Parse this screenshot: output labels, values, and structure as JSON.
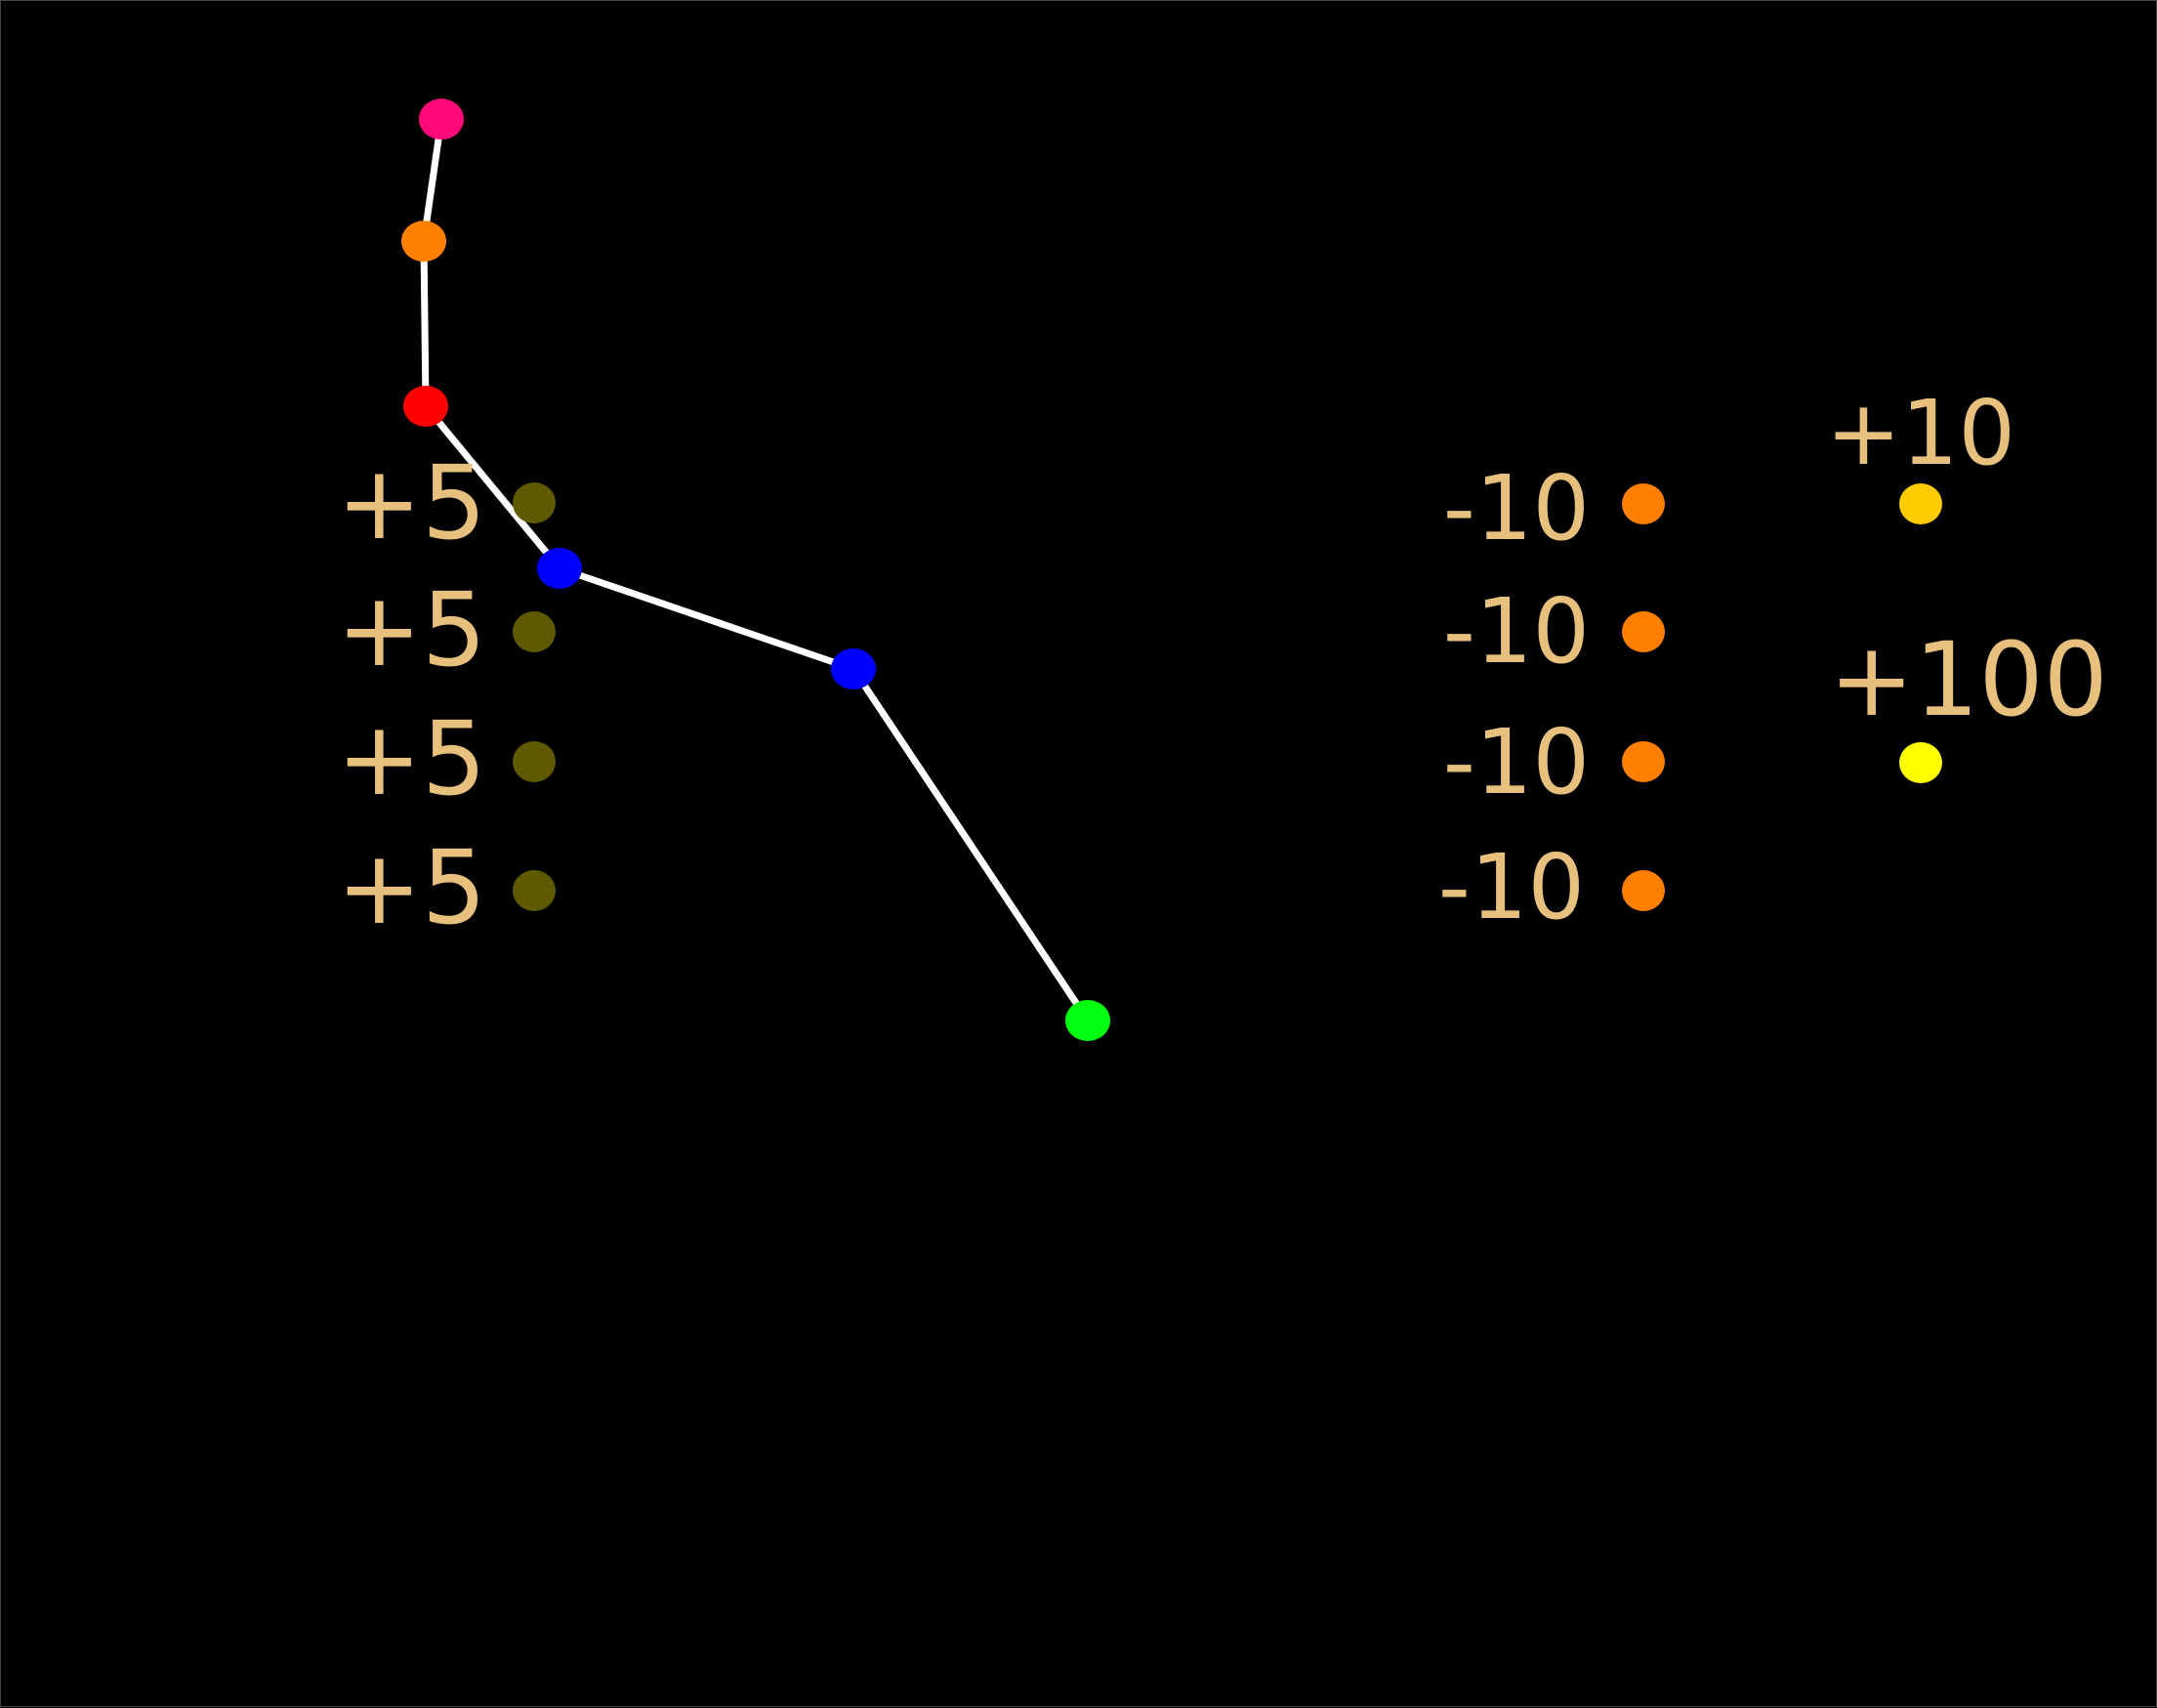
{
  "scene": {
    "background_color": "#000000",
    "line_color": "#ffffff"
  },
  "arm": {
    "joints": [
      {
        "role": "tip",
        "color": "#ff0a78"
      },
      {
        "role": "joint",
        "color": "#ff8000"
      },
      {
        "role": "joint",
        "color": "#ff0000"
      },
      {
        "role": "joint",
        "color": "#0000ff"
      },
      {
        "role": "joint",
        "color": "#0000ff"
      },
      {
        "role": "base",
        "color": "#00ff11"
      }
    ]
  },
  "rewards": {
    "label_color": "#e8c07d",
    "left_column": [
      {
        "label": "+5",
        "color": "#5f5a00"
      },
      {
        "label": "+5",
        "color": "#5f5a00"
      },
      {
        "label": "+5",
        "color": "#5f5a00"
      },
      {
        "label": "+5",
        "color": "#5f5a00"
      }
    ],
    "middle_column": [
      {
        "label": "-10",
        "color": "#ff8000"
      },
      {
        "label": "-10",
        "color": "#ff8000"
      },
      {
        "label": "-10",
        "color": "#ff8000"
      },
      {
        "label": "-10",
        "color": "#ff8000"
      }
    ],
    "right_column": [
      {
        "label": "+10",
        "color": "#ffcc00"
      },
      {
        "label": "+100",
        "color": "#ffff00"
      }
    ]
  }
}
